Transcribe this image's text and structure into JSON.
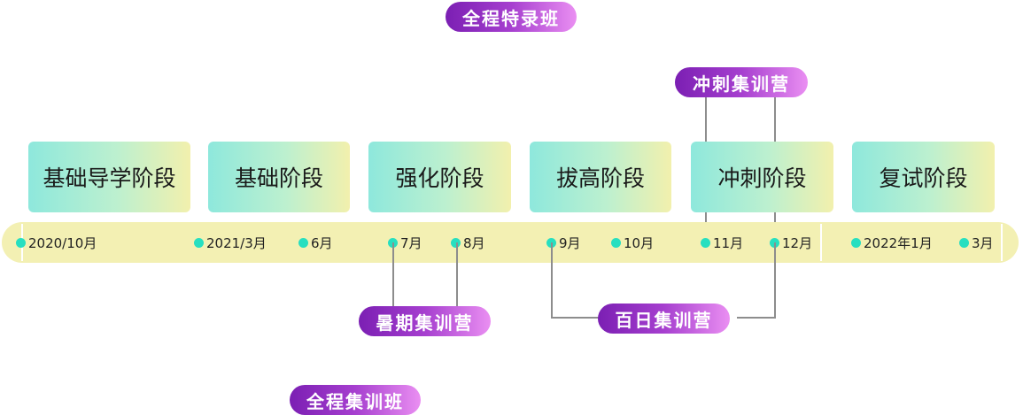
{
  "programs": {
    "full_special": "全程特录班",
    "sprint_camp": "冲刺集训营",
    "summer_camp": "暑期集训营",
    "hundred_day_camp": "百日集训营",
    "full_camp": "全程集训班"
  },
  "stages": [
    "基础导学阶段",
    "基础阶段",
    "强化阶段",
    "拔高阶段",
    "冲刺阶段",
    "复试阶段"
  ],
  "dates": [
    "2020/10月",
    "2021/3月",
    "6月",
    "7月",
    "8月",
    "9月",
    "10月",
    "11月",
    "12月",
    "2022年1月",
    "3月"
  ],
  "colors": {
    "pill_gradient": [
      "#7b1fb3",
      "#ea8ff2"
    ],
    "stage_gradient": [
      "#8ee8dc",
      "#f2f0ad"
    ],
    "timeline_bar": "#f3f0b3",
    "date_dot": "#27dfc0",
    "connector": "#8d8d8d"
  }
}
